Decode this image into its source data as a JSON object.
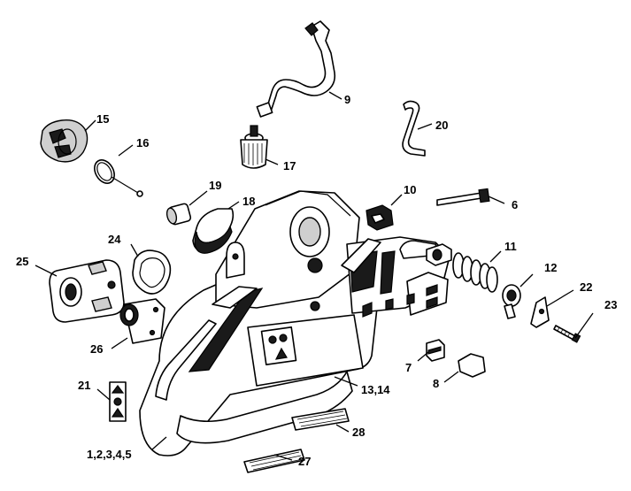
{
  "callouts": {
    "c1": "1,2,3,4,5",
    "c6": "6",
    "c7": "7",
    "c8": "8",
    "c9": "9",
    "c10": "10",
    "c11": "11",
    "c12": "12",
    "c13": "13,14",
    "c15": "15",
    "c16": "16",
    "c17": "17",
    "c18": "18",
    "c19": "19",
    "c20": "20",
    "c21": "21",
    "c22": "22",
    "c23": "23",
    "c24": "24",
    "c25": "25",
    "c26": "26",
    "c27": "27",
    "c28": "28"
  },
  "colors": {
    "line": "#000000",
    "fill": "#ffffff",
    "shade": "#1a1a1a"
  }
}
